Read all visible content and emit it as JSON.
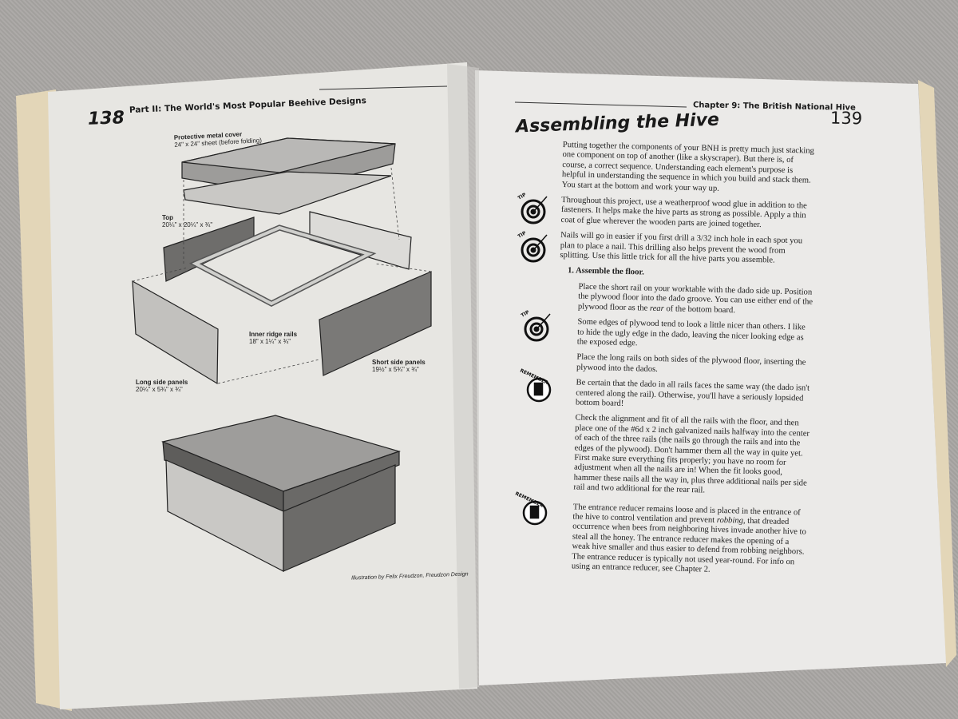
{
  "left_page": {
    "page_number": "138",
    "running_head": "Part II: The World's Most Popular Beehive Designs",
    "figure_labels": {
      "cover": {
        "name": "Protective metal cover",
        "dims": "24\" x 24\" sheet (before folding)"
      },
      "top": {
        "name": "Top",
        "dims": "20¼\" x 20¼\" x ¾\""
      },
      "inner_rails": {
        "name": "Inner ridge rails",
        "dims": "18\" x 1¼\" x ¾\""
      },
      "short_panels": {
        "name": "Short side panels",
        "dims": "19½\" x 5¾\" x ¾\""
      },
      "long_panels": {
        "name": "Long side panels",
        "dims": "20¼\" x 5¾\" x ¾\""
      }
    },
    "credit": "Illustration by Felix Freudzon, Freudzon Design"
  },
  "right_page": {
    "page_number": "139",
    "running_head": "Chapter 9: The British National Hive",
    "title": "Assembling the Hive",
    "intro": "Putting together the components of your BNH is pretty much just stacking one component on top of another (like a skyscraper). But there is, of course, a correct sequence. Understanding each element's purpose is helpful in understanding the sequence in which you build and stack them. You start at the bottom and work your way up.",
    "tip1": {
      "icon_label": "TIP",
      "text": "Throughout this project, use a weatherproof wood glue in addition to the fasteners. It helps make the hive parts as strong as possible. Apply a thin coat of glue wherever the wooden parts are joined together."
    },
    "tip2": {
      "icon_label": "TIP",
      "text": "Nails will go in easier if you first drill a 3/32 inch hole in each spot you plan to place a nail. This drilling also helps prevent the wood from splitting. Use this little trick for all the hive parts you assemble."
    },
    "step1": {
      "heading": "1. Assemble the floor.",
      "p1_a": "Place the short rail on your worktable with the dado side up. Position the plywood floor into the dado groove. You can use either end of the plywood floor as the ",
      "p1_em": "rear",
      "p1_b": " of the bottom board.",
      "tip3": {
        "icon_label": "TIP",
        "text": "Some edges of plywood tend to look a little nicer than others. I like to hide the ugly edge in the dado, leaving the nicer looking edge as the exposed edge."
      },
      "p2": "Place the long rails on both sides of the plywood floor, inserting the plywood into the dados.",
      "remember1": {
        "icon_label": "REMEMBER",
        "text": "Be certain that the dado in all rails faces the same way (the dado isn't centered along the rail). Otherwise, you'll have a seriously lopsided bottom board!"
      },
      "p3": "Check the alignment and fit of all the rails with the floor, and then place one of the #6d x 2 inch galvanized nails halfway into the center of each of the three rails (the nails go through the rails and into the edges of the plywood). Don't hammer them all the way in quite yet. First make sure everything fits properly; you have no room for adjustment when all the nails are in! When the fit looks good, hammer these nails all the way in, plus three additional nails per side rail and two additional for the rear rail.",
      "remember2": {
        "icon_label": "REMEMBER",
        "text_a": "The entrance reducer remains loose and is placed in the entrance of the hive to control ventilation and prevent ",
        "text_em": "robbing,",
        "text_b": " that dreaded occurrence when bees from neighboring hives invade another hive to steal all the honey. The entrance reducer makes the opening of a weak hive smaller and thus easier to defend from robbing neighbors. The entrance reducer is typically not used year-round. For info on using an entrance reducer, see Chapter 2."
      }
    }
  },
  "colors": {
    "paper": "#e9e8e6",
    "page_edges": "#e8dcc0",
    "background": "#a9a6a3",
    "ink": "#1d1d1d"
  }
}
